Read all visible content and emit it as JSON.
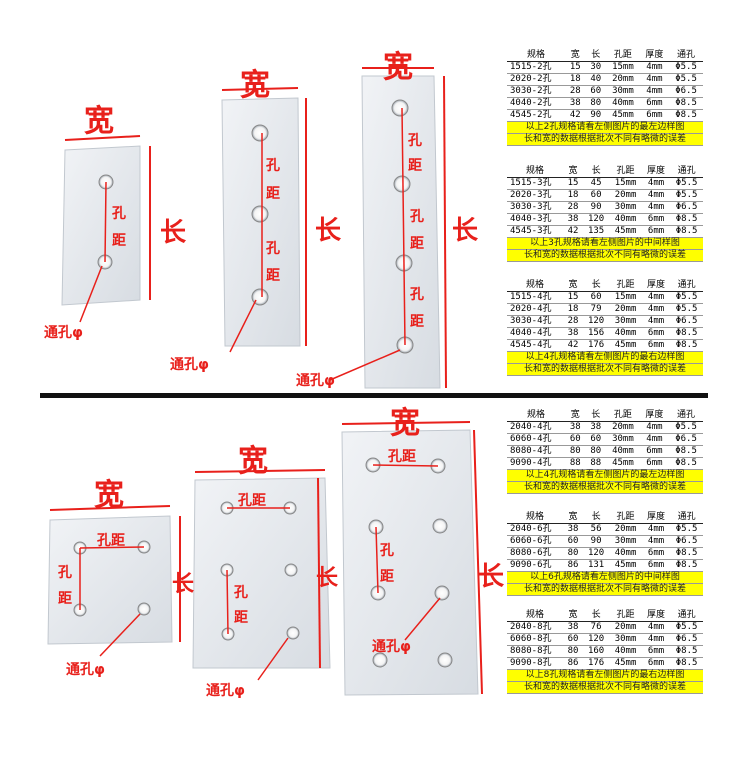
{
  "labels": {
    "width": "宽",
    "length": "长",
    "hole": "孔",
    "distance": "距",
    "hole_distance": "孔距",
    "through_hole": "通孔φ"
  },
  "colors": {
    "accent": "#e8201b",
    "note_bg": "#ffff00",
    "plate": "#e2e6eb"
  },
  "tables": [
    {
      "header": [
        "规格",
        "宽",
        "长",
        "孔距",
        "厚度",
        "通孔"
      ],
      "rows": [
        [
          "1515-2孔",
          "15",
          "30",
          "15mm",
          "4mm",
          "Φ5.5"
        ],
        [
          "2020-2孔",
          "18",
          "40",
          "20mm",
          "4mm",
          "Φ5.5"
        ],
        [
          "3030-2孔",
          "28",
          "60",
          "30mm",
          "4mm",
          "Φ6.5"
        ],
        [
          "4040-2孔",
          "38",
          "80",
          "40mm",
          "6mm",
          "Φ8.5"
        ],
        [
          "4545-2孔",
          "42",
          "90",
          "45mm",
          "6mm",
          "Φ8.5"
        ]
      ],
      "note": [
        "以上2孔规格请看左侧图片的最左边样图",
        "长和宽的数据根据批次不同有略微的误差"
      ]
    },
    {
      "header": [
        "规格",
        "宽",
        "长",
        "孔距",
        "厚度",
        "通孔"
      ],
      "rows": [
        [
          "1515-3孔",
          "15",
          "45",
          "15mm",
          "4mm",
          "Φ5.5"
        ],
        [
          "2020-3孔",
          "18",
          "60",
          "20mm",
          "4mm",
          "Φ5.5"
        ],
        [
          "3030-3孔",
          "28",
          "90",
          "30mm",
          "4mm",
          "Φ6.5"
        ],
        [
          "4040-3孔",
          "38",
          "120",
          "40mm",
          "6mm",
          "Φ8.5"
        ],
        [
          "4545-3孔",
          "42",
          "135",
          "45mm",
          "6mm",
          "Φ8.5"
        ]
      ],
      "note": [
        "以上3孔规格请看左侧图片的中间样图",
        "长和宽的数据根据批次不同有略微的误差"
      ]
    },
    {
      "header": [
        "规格",
        "宽",
        "长",
        "孔距",
        "厚度",
        "通孔"
      ],
      "rows": [
        [
          "1515-4孔",
          "15",
          "60",
          "15mm",
          "4mm",
          "Φ5.5"
        ],
        [
          "2020-4孔",
          "18",
          "79",
          "20mm",
          "4mm",
          "Φ5.5"
        ],
        [
          "3030-4孔",
          "28",
          "120",
          "30mm",
          "4mm",
          "Φ6.5"
        ],
        [
          "4040-4孔",
          "38",
          "156",
          "40mm",
          "6mm",
          "Φ8.5"
        ],
        [
          "4545-4孔",
          "42",
          "176",
          "45mm",
          "6mm",
          "Φ8.5"
        ]
      ],
      "note": [
        "以上4孔规格请看左侧图片的最右边样图",
        "长和宽的数据根据批次不同有略微的误差"
      ]
    },
    {
      "header": [
        "规格",
        "宽",
        "长",
        "孔距",
        "厚度",
        "通孔"
      ],
      "rows": [
        [
          "2040-4孔",
          "38",
          "38",
          "20mm",
          "4mm",
          "Φ5.5"
        ],
        [
          "6060-4孔",
          "60",
          "60",
          "30mm",
          "4mm",
          "Φ6.5"
        ],
        [
          "8080-4孔",
          "80",
          "80",
          "40mm",
          "6mm",
          "Φ8.5"
        ],
        [
          "9090-4孔",
          "88",
          "88",
          "45mm",
          "6mm",
          "Φ8.5"
        ]
      ],
      "note": [
        "以上4孔规格请看左侧图片的最左边样图",
        "长和宽的数据根据批次不同有略微的误差"
      ]
    },
    {
      "header": [
        "规格",
        "宽",
        "长",
        "孔距",
        "厚度",
        "通孔"
      ],
      "rows": [
        [
          "2040-6孔",
          "38",
          "56",
          "20mm",
          "4mm",
          "Φ5.5"
        ],
        [
          "6060-6孔",
          "60",
          "90",
          "30mm",
          "4mm",
          "Φ6.5"
        ],
        [
          "8080-6孔",
          "80",
          "120",
          "40mm",
          "6mm",
          "Φ8.5"
        ],
        [
          "9090-6孔",
          "86",
          "131",
          "45mm",
          "6mm",
          "Φ8.5"
        ]
      ],
      "note": [
        "以上6孔规格请看左侧图片的中间样图",
        "长和宽的数据根据批次不同有略微的误差"
      ]
    },
    {
      "header": [
        "规格",
        "宽",
        "长",
        "孔距",
        "厚度",
        "通孔"
      ],
      "rows": [
        [
          "2040-8孔",
          "38",
          "76",
          "20mm",
          "4mm",
          "Φ5.5"
        ],
        [
          "6060-8孔",
          "60",
          "120",
          "30mm",
          "4mm",
          "Φ6.5"
        ],
        [
          "8080-8孔",
          "80",
          "160",
          "40mm",
          "6mm",
          "Φ8.5"
        ],
        [
          "9090-8孔",
          "86",
          "176",
          "45mm",
          "6mm",
          "Φ8.5"
        ]
      ],
      "note": [
        "以上8孔规格请看左侧图片的最右边样图",
        "长和宽的数据根据批次不同有略微的误差"
      ]
    }
  ]
}
